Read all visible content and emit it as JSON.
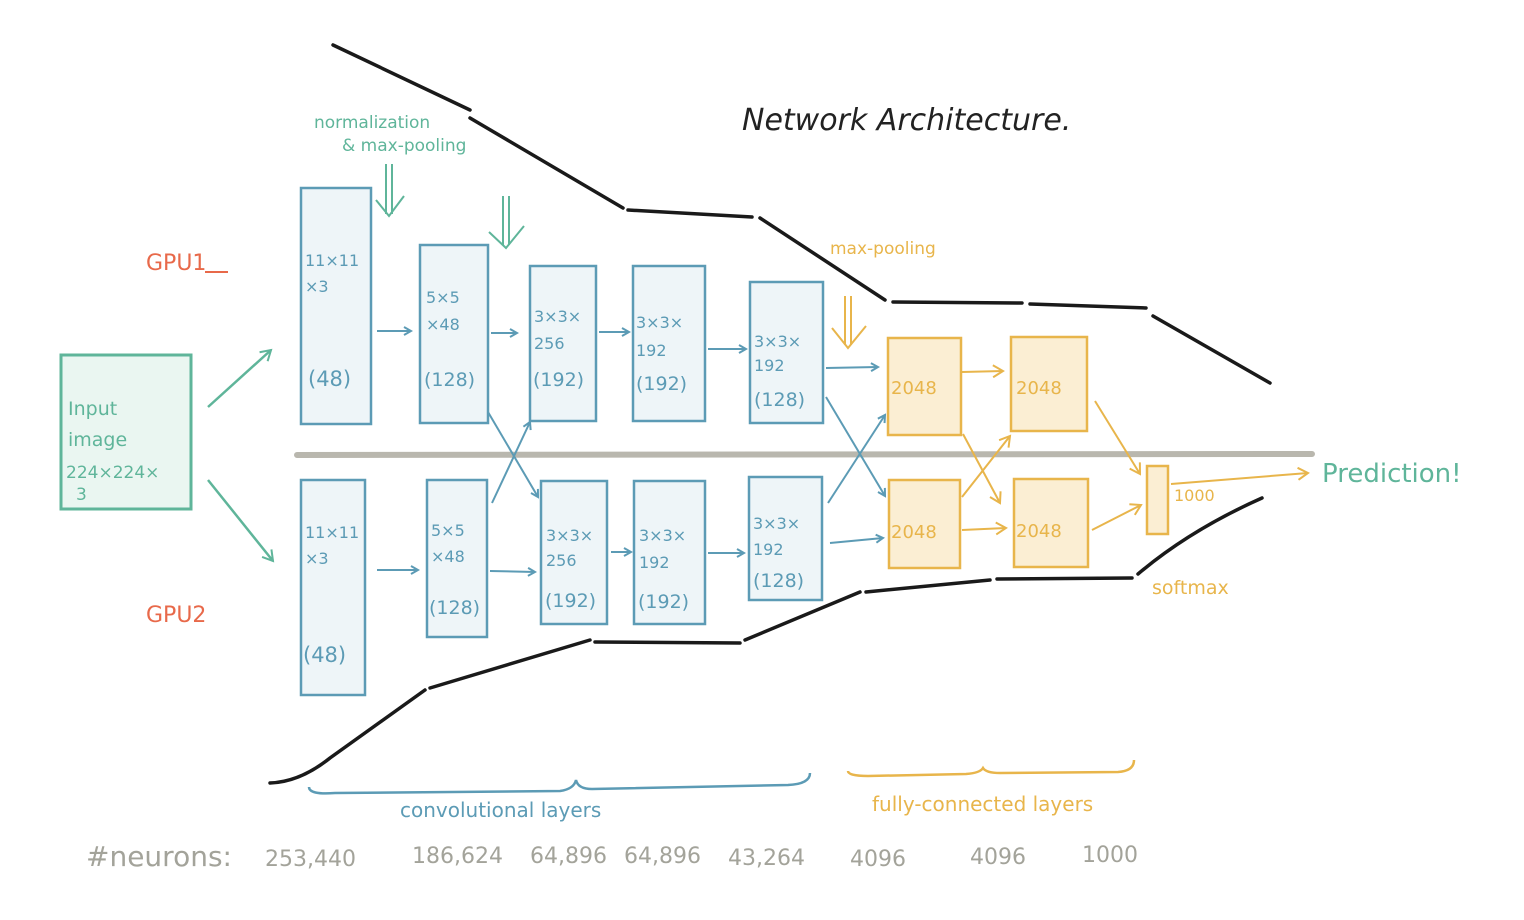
{
  "title": "Network Architecture.",
  "colors": {
    "input": "#5fb59a",
    "conv": "#5c9bb5",
    "conv_fill": "#eef5f8",
    "fc": "#e8b54b",
    "fc_fill": "#fbeed3",
    "gpu_label": "#e8694a",
    "neurons": "#a3a39a",
    "divider": "#b9b7ae",
    "outline": "#1a1a1a"
  },
  "gpu_labels": [
    "GPU1",
    "GPU2"
  ],
  "input_box": {
    "lines": [
      "Input",
      "image",
      "224×224×",
      "3"
    ]
  },
  "annotations": {
    "norm_pool_line1": "normalization",
    "norm_pool_line2": "& max-pooling",
    "max_pooling": "max-pooling",
    "softmax": "softmax",
    "prediction": "Prediction!"
  },
  "gpu1_conv": [
    {
      "lines": [
        "11×11",
        "×3"
      ],
      "count": "(48)"
    },
    {
      "lines": [
        "5×5",
        "×48"
      ],
      "count": "(128)"
    },
    {
      "lines": [
        "3×3×",
        "256"
      ],
      "count": "(192)"
    },
    {
      "lines": [
        "3×3×",
        "192"
      ],
      "count": "(192)"
    },
    {
      "lines": [
        "3×3×",
        "192"
      ],
      "count": "(128)"
    }
  ],
  "gpu2_conv": [
    {
      "lines": [
        "11×11",
        "×3"
      ],
      "count": "(48)"
    },
    {
      "lines": [
        "5×5",
        "×48"
      ],
      "count": "(128)"
    },
    {
      "lines": [
        "3×3×",
        "256"
      ],
      "count": "(192)"
    },
    {
      "lines": [
        "3×3×",
        "192"
      ],
      "count": "(192)"
    },
    {
      "lines": [
        "3×3×",
        "192"
      ],
      "count": "(128)"
    }
  ],
  "fc_gpu1": [
    "2048",
    "2048"
  ],
  "fc_gpu2": [
    "2048",
    "2048"
  ],
  "output_count": "1000",
  "groups": {
    "conv": "convolutional layers",
    "fc": "fully-connected layers"
  },
  "neurons": {
    "label": "#neurons:",
    "values": [
      "253,440",
      "186,624",
      "64,896",
      "64,896",
      "43,264",
      "4096",
      "4096",
      "1000"
    ]
  }
}
